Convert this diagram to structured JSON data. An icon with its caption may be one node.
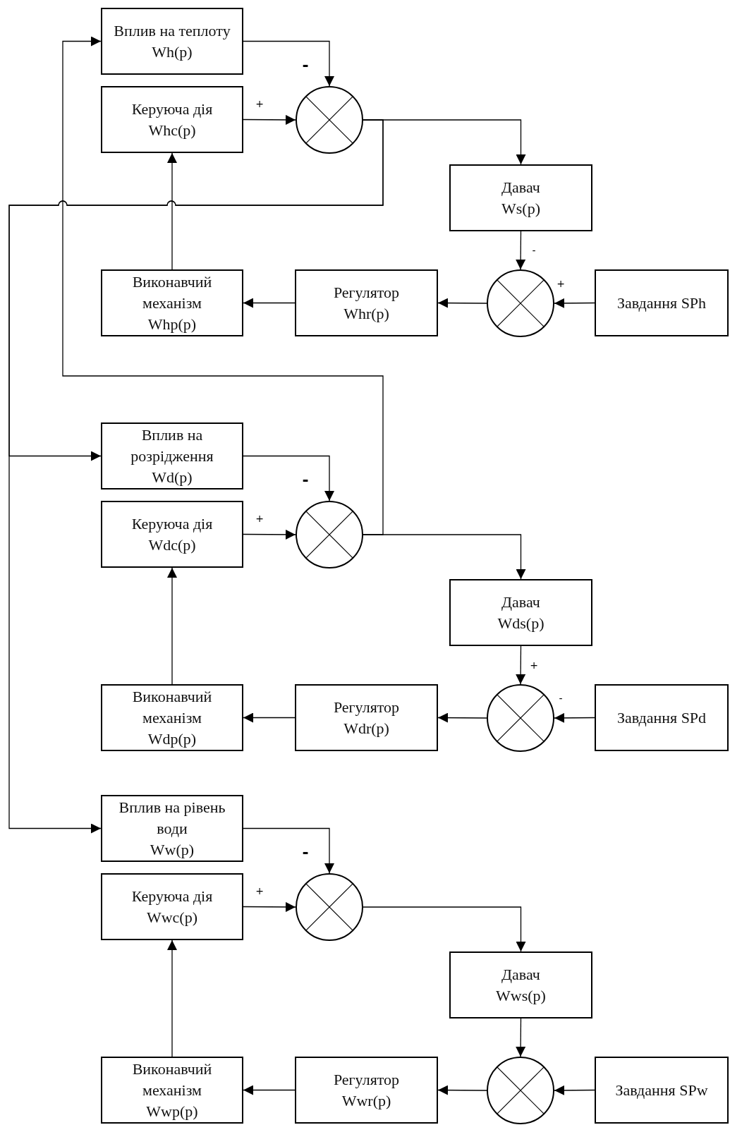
{
  "diagram": {
    "nodes": [
      {
        "text": [
          "Вплив на теплоту",
          "Wh(p)"
        ]
      },
      {
        "text": [
          "Керуюча дія",
          "Whc(p)"
        ]
      },
      {
        "text": [],
        "shape": "circle"
      },
      {
        "text": [
          "Давач",
          "Ws(p)"
        ]
      },
      {
        "text": [],
        "shape": "circle"
      },
      {
        "text": [
          "Завдання SPh"
        ]
      },
      {
        "text": [
          "Регулятор",
          "Whr(p)"
        ]
      },
      {
        "text": [
          "Виконавчий механізм",
          "Whp(p)"
        ]
      },
      {
        "text": [
          "Вплив на розрідження",
          "Wd(p)"
        ]
      },
      {
        "text": [
          "Керуюча дія",
          "Wdc(p)"
        ]
      },
      {
        "text": [],
        "shape": "circle"
      },
      {
        "text": [
          "Давач",
          "Wds(p)"
        ]
      },
      {
        "text": [],
        "shape": "circle"
      },
      {
        "text": [
          "Завдання SPd"
        ]
      },
      {
        "text": [
          "Регулятор",
          "Wdr(p)"
        ]
      },
      {
        "text": [
          "Виконавчий механізм",
          "Wdp(p)"
        ]
      },
      {
        "text": [
          "Вплив на рівень води",
          "Ww(p)"
        ]
      },
      {
        "text": [
          "Керуюча дія",
          "Wwc(p)"
        ]
      },
      {
        "text": [],
        "shape": "circle"
      },
      {
        "text": [
          "Давач",
          "Wws(p)"
        ]
      },
      {
        "text": [],
        "shape": "circle"
      },
      {
        "text": [
          "Завдання SPw"
        ]
      },
      {
        "text": [
          "Регулятор",
          "Wwr(p)"
        ]
      },
      {
        "text": [
          "Виконавчий механізм",
          "Wwp(p)"
        ]
      }
    ],
    "edges": [
      {
        "from": 0,
        "to": 2,
        "arrow": "to",
        "label": "-"
      },
      {
        "from": 1,
        "to": 2,
        "arrow": "to",
        "label": "+"
      },
      {
        "from": 2,
        "to": 3,
        "arrow": "to"
      },
      {
        "from": 3,
        "to": 4,
        "arrow": "to",
        "label": "-"
      },
      {
        "from": 5,
        "to": 4,
        "arrow": "to",
        "label": "+"
      },
      {
        "from": 4,
        "to": 6,
        "arrow": "to"
      },
      {
        "from": 6,
        "to": 7,
        "arrow": "to"
      },
      {
        "from": 7,
        "to": 1,
        "arrow": "to"
      },
      {
        "from": 8,
        "to": 10,
        "arrow": "to",
        "label": "-"
      },
      {
        "from": 9,
        "to": 10,
        "arrow": "to",
        "label": "+"
      },
      {
        "from": 10,
        "to": 11,
        "arrow": "to"
      },
      {
        "from": 11,
        "to": 12,
        "arrow": "to",
        "label": "+"
      },
      {
        "from": 13,
        "to": 12,
        "arrow": "to",
        "label": "-"
      },
      {
        "from": 12,
        "to": 14,
        "arrow": "to"
      },
      {
        "from": 14,
        "to": 15,
        "arrow": "to"
      },
      {
        "from": 15,
        "to": 9,
        "arrow": "to"
      },
      {
        "from": 16,
        "to": 18,
        "arrow": "to",
        "label": "-"
      },
      {
        "from": 17,
        "to": 18,
        "arrow": "to",
        "label": "+"
      },
      {
        "from": 18,
        "to": 19,
        "arrow": "to"
      },
      {
        "from": 19,
        "to": 20,
        "arrow": "to"
      },
      {
        "from": 21,
        "to": 20,
        "arrow": "to"
      },
      {
        "from": 20,
        "to": 22,
        "arrow": "to"
      },
      {
        "from": 22,
        "to": 23,
        "arrow": "to"
      },
      {
        "from": 23,
        "to": 17,
        "arrow": "to"
      },
      {
        "from": 2,
        "to": 8,
        "arrow": "to"
      },
      {
        "from": 2,
        "to": 16,
        "arrow": "to"
      },
      {
        "from": 10,
        "to": 0,
        "arrow": "to"
      }
    ]
  }
}
